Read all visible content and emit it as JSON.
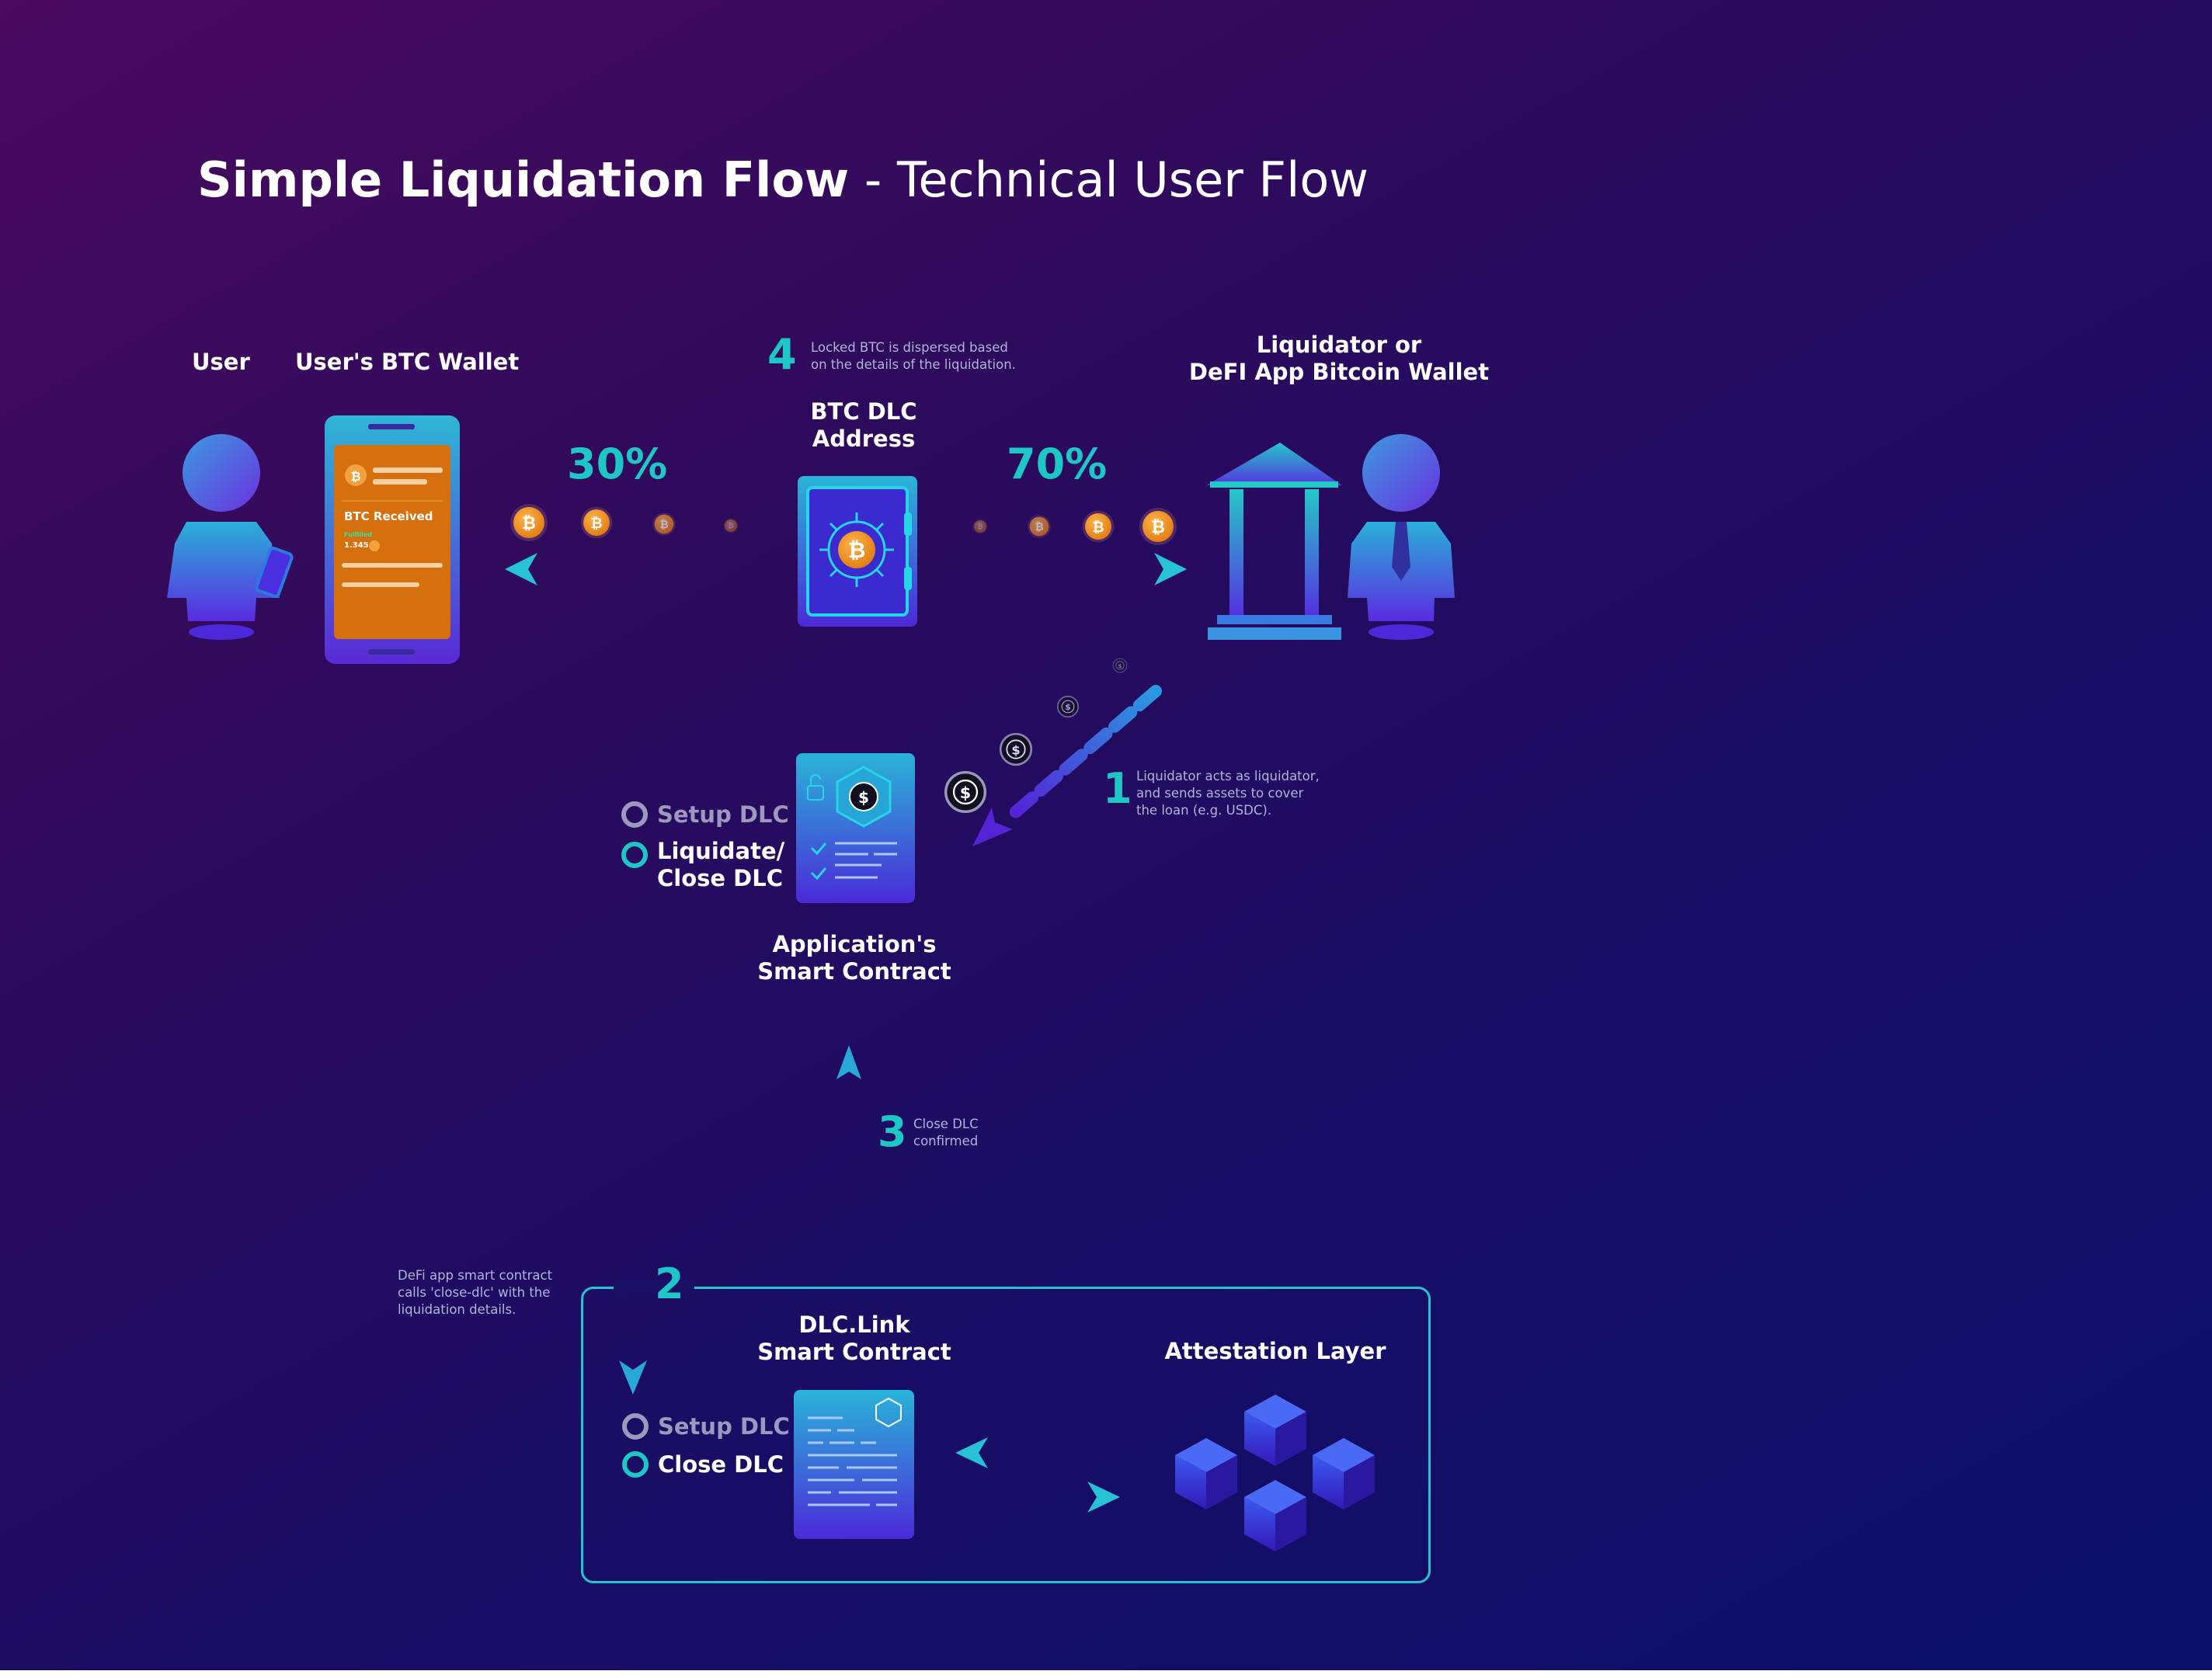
{
  "title": {
    "bold": "Simple Liquidation Flow",
    "light": " - Technical User Flow"
  },
  "nodes": {
    "user": "User",
    "user_wallet": "User's BTC Wallet",
    "btc_dlc_address": [
      "BTC DLC",
      "Address"
    ],
    "liquidator_wallet": [
      "Liquidator or",
      "DeFI App Bitcoin Wallet"
    ],
    "app_smart_contract": [
      "Application's",
      "Smart Contract"
    ],
    "dlclink_contract": [
      "DLC.Link",
      "Smart Contract"
    ],
    "attestation_layer": "Attestation Layer"
  },
  "phone_screen": {
    "received": "BTC Received",
    "status_text": "Fulfilled",
    "amount": "1.345"
  },
  "split": {
    "user_percent": "30%",
    "liquidator_percent": "70%"
  },
  "steps": [
    {
      "number": "1",
      "text": [
        "Liquidator acts as liquidator,",
        "and sends assets to cover",
        "the loan (e.g. USDC)."
      ]
    },
    {
      "number": "2",
      "text": [
        "DeFi app smart contract",
        "calls 'close-dlc' with the",
        "liquidation details."
      ]
    },
    {
      "number": "3",
      "text": [
        "Close DLC",
        "confirmed"
      ]
    },
    {
      "number": "4",
      "text": [
        "Locked BTC is dispersed based",
        "on the details of the liquidation."
      ]
    }
  ],
  "app_contract_status": [
    {
      "label": "Setup DLC",
      "active": false
    },
    {
      "label": [
        "Liquidate/",
        "Close DLC"
      ],
      "active": true
    }
  ],
  "dlclink_status": [
    {
      "label": "Setup DLC",
      "active": false
    },
    {
      "label": "Close DLC",
      "active": true
    }
  ],
  "icons": [
    "person-icon",
    "phone-wallet-icon",
    "bitcoin-coin-icon",
    "vault-safe-icon",
    "bank-icon",
    "usdc-coin-icon",
    "contract-document-icon",
    "blockchain-cubes-icon"
  ],
  "colors": {
    "accent_teal": "#1ec6c6",
    "bitcoin_orange": "#f39a2a",
    "phone_screen_orange": "#d66f0d",
    "frame_teal": "#21c4cf"
  }
}
